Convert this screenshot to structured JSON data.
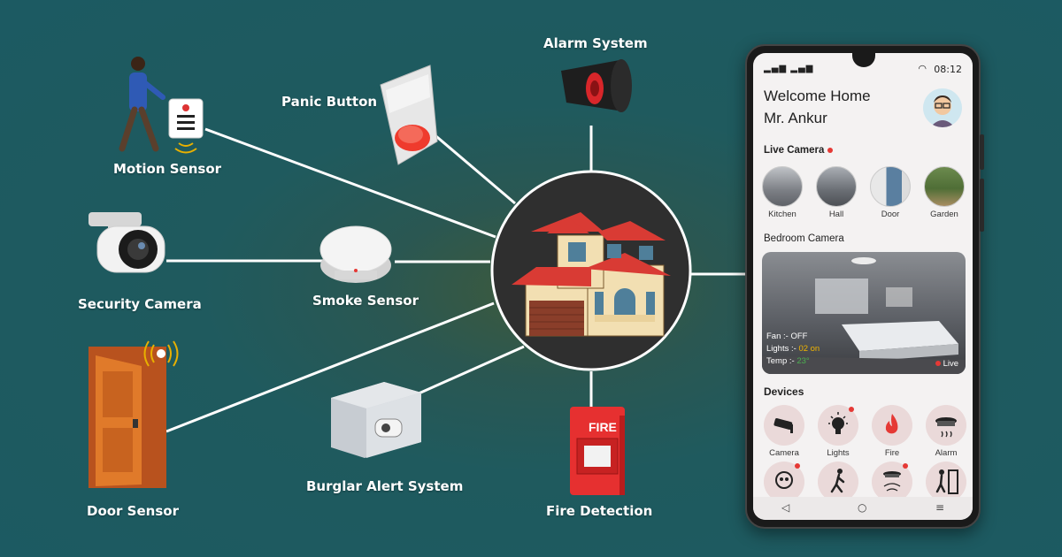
{
  "hub_icon": "smart-home-house",
  "devices": {
    "motion_sensor": "Motion Sensor",
    "panic_button": "Panic Button",
    "alarm_system": "Alarm System",
    "security_camera": "Security Camera",
    "smoke_sensor": "Smoke Sensor",
    "door_sensor": "Door Sensor",
    "burglar_alert": "Burglar Alert System",
    "fire_detection": "Fire Detection"
  },
  "fire_alarm_text": "FIRE",
  "colors": {
    "line": "#ffffff",
    "accent_red": "#e53935",
    "hub_bg": "#2f2f2f"
  },
  "phone": {
    "status": {
      "signal": "▂▄▆ ▂▄▆",
      "wifi_icon": "wifi-icon",
      "time": "08:12"
    },
    "welcome_line1": "Welcome Home",
    "welcome_line2": "Mr. Ankur",
    "live_camera_title": "Live Camera",
    "cameras": [
      "Kitchen",
      "Hall",
      "Door",
      "Garden"
    ],
    "bedroom_title": "Bedroom Camera",
    "bedroom": {
      "fan_label": "Fan :-",
      "fan_value": "OFF",
      "lights_label": "Lights :-",
      "lights_value": "02 on",
      "temp_label": "Temp :-",
      "temp_value": "23°",
      "live": "Live"
    },
    "devices_title": "Devices",
    "device_tiles": [
      "Camera",
      "Lights",
      "Fire",
      "Alarm"
    ],
    "nav_icons": [
      "back-icon",
      "home-icon",
      "menu-icon"
    ]
  }
}
